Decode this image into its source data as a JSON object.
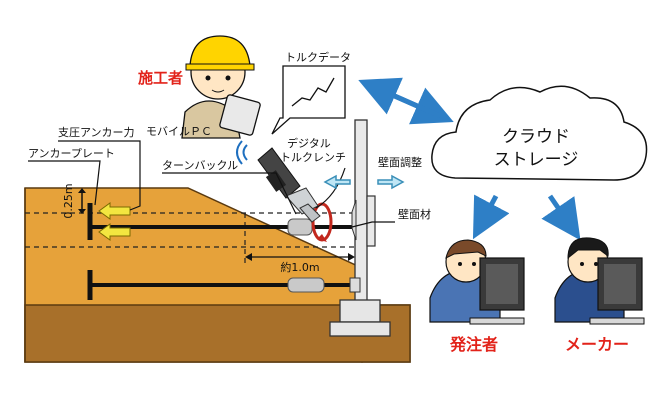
{
  "roles": {
    "contractor": "施工者",
    "client": "発注者",
    "maker": "メーカー"
  },
  "labels": {
    "torque_data": "トルクデータ",
    "mobile_pc": "モバイルＰＣ",
    "anchor_force": "支圧アンカー力",
    "anchor_plate": "アンカープレート",
    "digital_wrench_1": "デジタル",
    "digital_wrench_2": "トルクレンチ",
    "turnbuckle": "ターンバックル",
    "wall_adjust": "壁面調整",
    "wall_member": "壁面材",
    "cloud_1": "クラウド",
    "cloud_2": "ストレージ",
    "depth": "0.25m",
    "length": "約1.0m"
  },
  "colors": {
    "soil": "#e6a23a",
    "soil_dark": "#b07a2a",
    "arrow_blue": "#2e7fc6",
    "arrow_light_blue": "#7ec4e0",
    "highlight_yellow": "#f3e640",
    "role_red": "#e2231a",
    "helmet_yellow": "#ffd400"
  }
}
